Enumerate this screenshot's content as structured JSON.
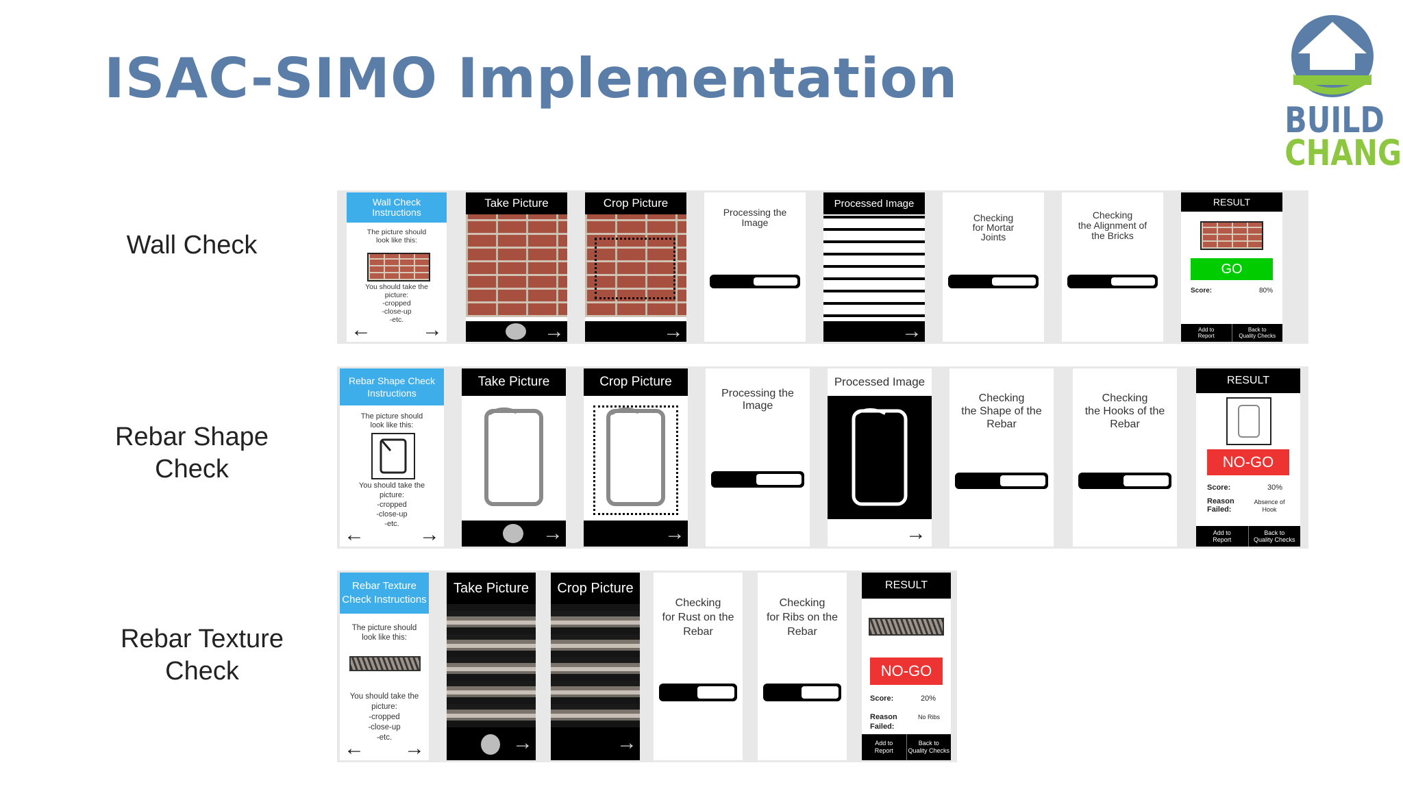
{
  "title": "ISAC-SIMO Implementation",
  "logo": {
    "line1": "BUILD",
    "line2": "CHANGE",
    "house_color": "#5b7ea8",
    "green": "#8dc63f"
  },
  "rows": {
    "wall": {
      "label": "Wall Check",
      "instructions": {
        "header": "Wall Check\nInstructions",
        "top": "The picture should\nlook like this:",
        "bottom": "You should take the\npicture:\n-cropped\n-close-up\n-etc."
      },
      "take_picture": "Take Picture",
      "crop_picture": "Crop Picture",
      "processing": "Processing the\nImage",
      "processed": "Processed Image",
      "check1": "Checking\nfor Mortar\nJoints",
      "check2": "Checking\nthe Alignment of\nthe Bricks",
      "result": {
        "header": "RESULT",
        "status": "GO",
        "score_label": "Score:",
        "score_value": "80%",
        "add": "Add to\nReport",
        "back": "Back to\nQuality Checks"
      }
    },
    "shape": {
      "label": "Rebar Shape\nCheck",
      "instructions": {
        "header": "Rebar Shape Check\nInstructions",
        "top": "The picture should\nlook like this:",
        "bottom": "You should take the\npicture:\n-cropped\n-close-up\n-etc."
      },
      "take_picture": "Take Picture",
      "crop_picture": "Crop Picture",
      "processing": "Processing the\nImage",
      "processed": "Processed Image",
      "check1": "Checking\nthe Shape of the\nRebar",
      "check2": "Checking\nthe Hooks of the\nRebar",
      "result": {
        "header": "RESULT",
        "status": "NO-GO",
        "score_label": "Score:",
        "score_value": "30%",
        "reason_label": "Reason\nFailed:",
        "reason_value": "Absence of\nHook",
        "add": "Add to\nReport",
        "back": "Back to\nQuality Checks"
      }
    },
    "texture": {
      "label": "Rebar Texture\nCheck",
      "instructions": {
        "header": "Rebar Texture\nCheck Instructions",
        "top": "The picture should\nlook like this:",
        "bottom": "You should take the\npicture:\n-cropped\n-close-up\n-etc."
      },
      "take_picture": "Take Picture",
      "crop_picture": "Crop Picture",
      "check1": "Checking\nfor Rust on the\nRebar",
      "check2": "Checking\nfor Ribs on the\nRebar",
      "result": {
        "header": "RESULT",
        "status": "NO-GO",
        "score_label": "Score:",
        "score_value": "20%",
        "reason_label": "Reason\nFailed:",
        "reason_value": "No Ribs",
        "add": "Add to\nReport",
        "back": "Back to\nQuality Checks"
      }
    }
  },
  "icons": {
    "back": "←",
    "next": "→"
  },
  "colors": {
    "title": "#5b7ea8",
    "instruction_header": "#3daee9",
    "go": "#00cc00",
    "nogo": "#ee3333"
  },
  "progress_fill_fraction": 0.4
}
